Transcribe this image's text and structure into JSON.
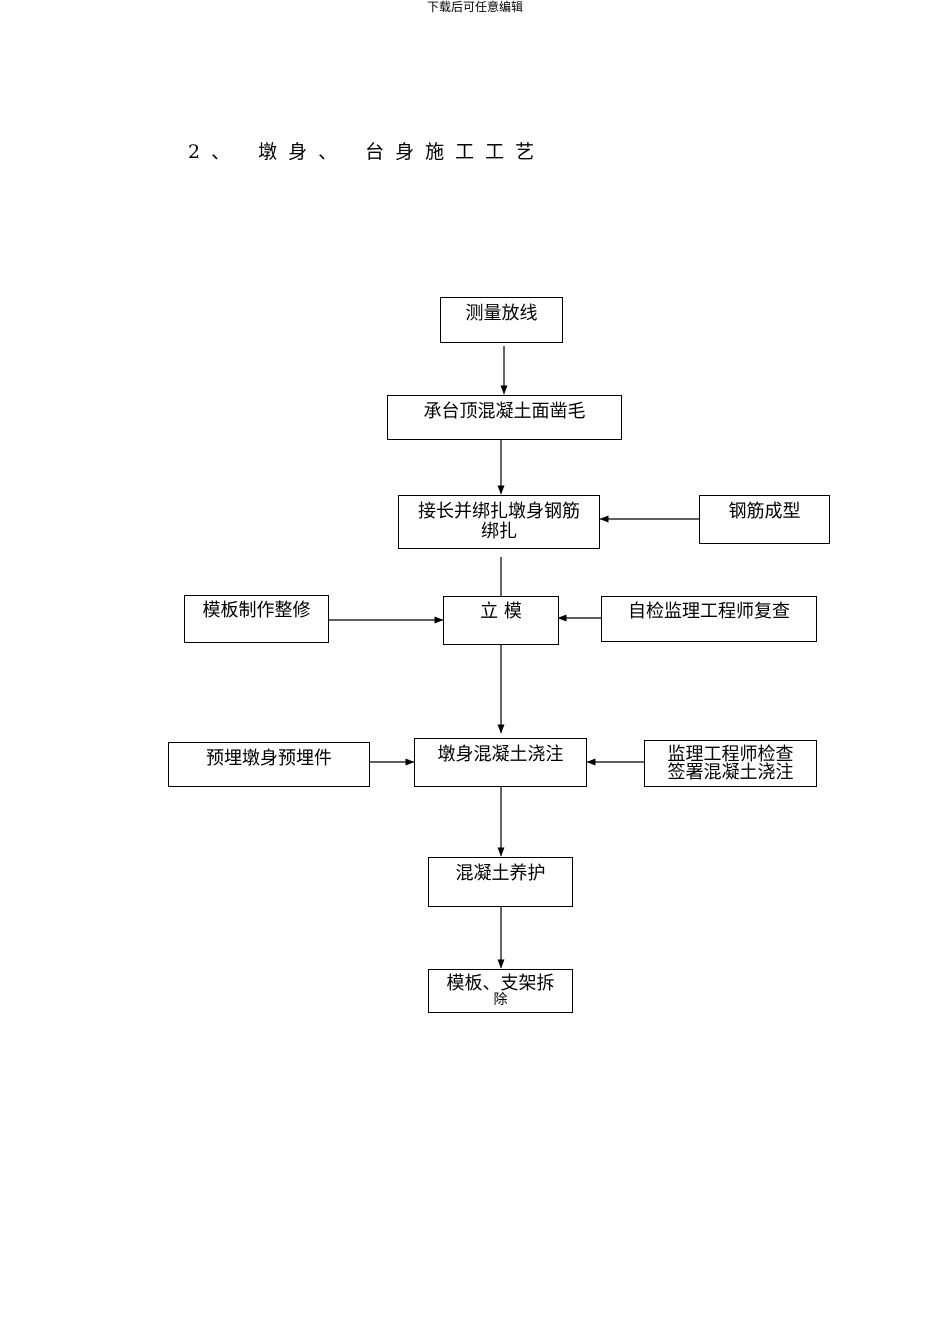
{
  "header": {
    "text": "下载后可任意编辑"
  },
  "title": "2、 墩身、 台身施工工艺",
  "nodes": {
    "survey": "测量放线",
    "chisel": "承台顶混凝土面凿毛",
    "rebar_bind": [
      "接长并绑扎墩身钢筋",
      "绑扎"
    ],
    "rebar_form": "钢筋成型",
    "formwork_make": "模板制作整修",
    "erect_form": "立 模",
    "self_check": "自检监理工程师复查",
    "embed": "预埋墩身预埋件",
    "pour": "墩身混凝土浇注",
    "inspect": [
      "监理工程师检查",
      "签署混凝土浇注"
    ],
    "cure": "混凝土养护",
    "remove": [
      "模板、支架拆",
      "除"
    ]
  }
}
